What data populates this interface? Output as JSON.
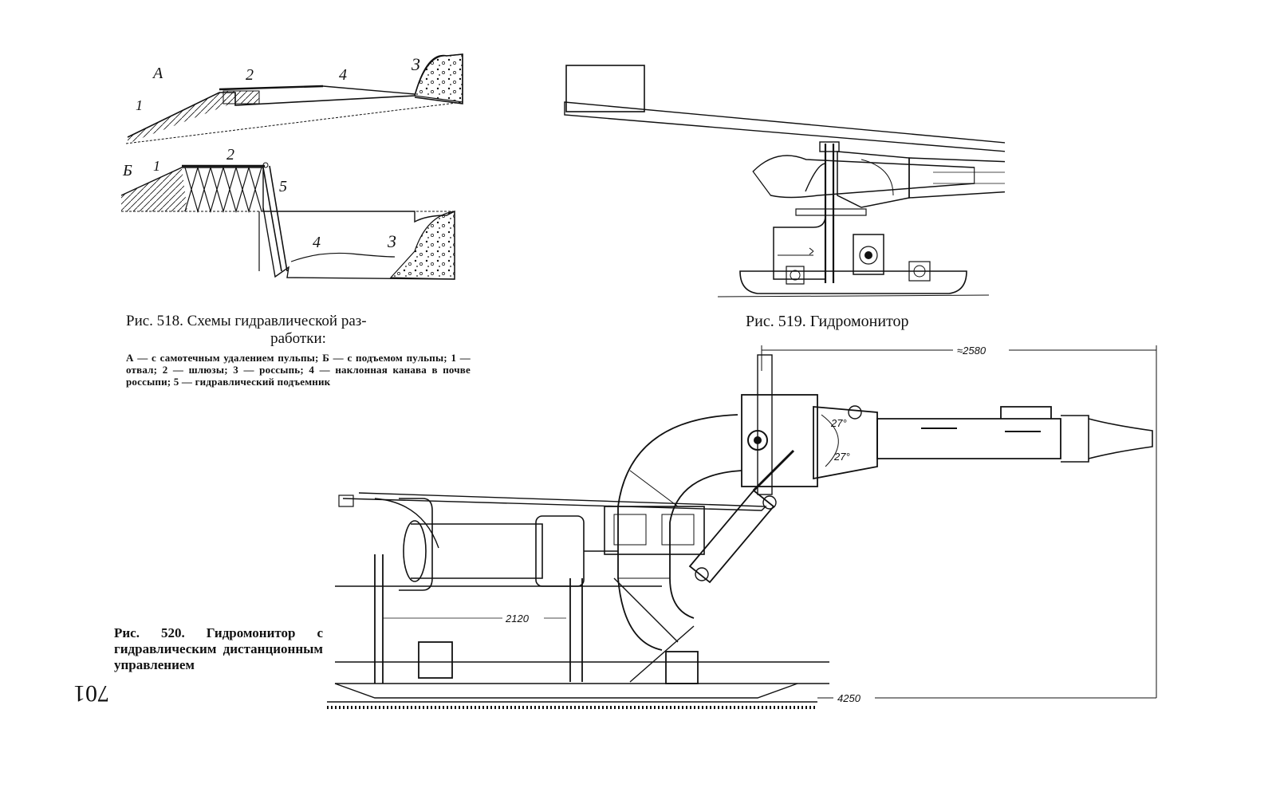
{
  "fig518": {
    "labels_a": {
      "section": "А",
      "n1": "1",
      "n2": "2",
      "n3": "3",
      "n4": "4"
    },
    "labels_b": {
      "section": "Б",
      "n1": "1",
      "n2": "2",
      "n3": "3",
      "n4": "4",
      "n5": "5"
    },
    "caption_line1": "Рис. 518. Схемы гидравлической раз-",
    "caption_line2": "работки:",
    "legend": "А — с самотечным удалением пульпы; Б — с подъемом пульпы; 1 — отвал; 2 — шлюзы; 3 — россыпь; 4 — наклонная канава в почве россыпи; 5 — гидравлический подъемник"
  },
  "fig519": {
    "caption": "Рис. 519. Гидромонитор"
  },
  "fig520": {
    "caption": "Рис. 520. Гидромонитор с гидравлическим дистанционным управлением",
    "dim_top": "≈2580",
    "dim_mid": "2120",
    "dim_bottom": "4250",
    "angle_upper": "27°",
    "angle_lower": "27°"
  },
  "page_number": "701",
  "colors": {
    "ink": "#111111",
    "paper": "#ffffff"
  }
}
